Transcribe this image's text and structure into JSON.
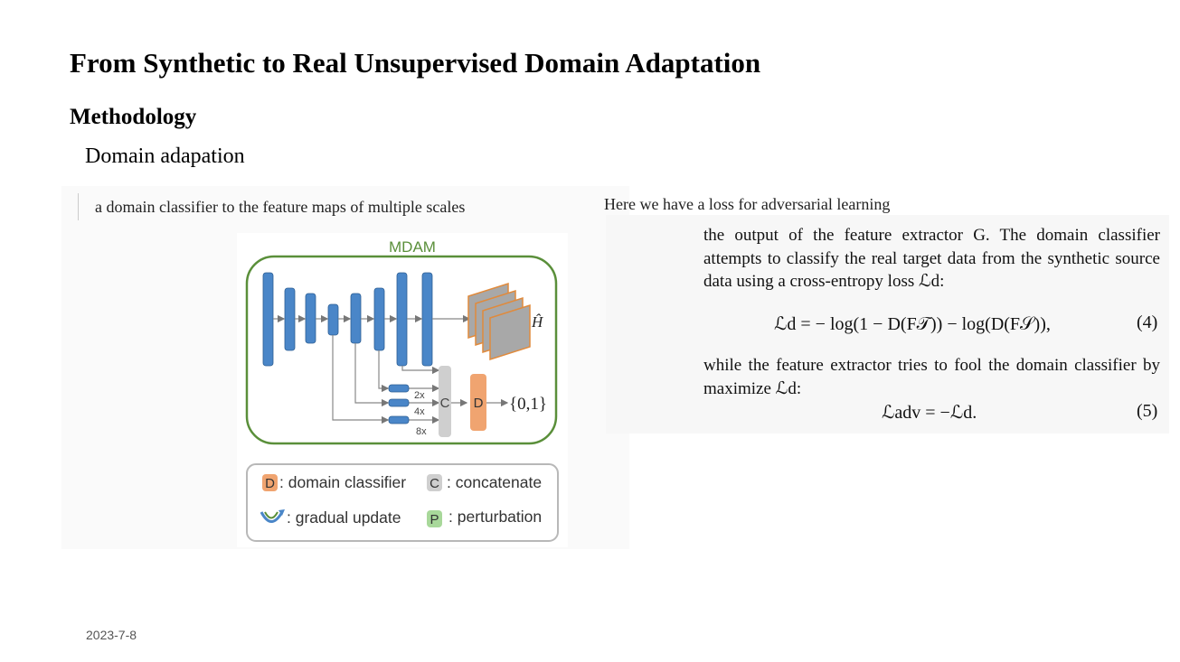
{
  "slide": {
    "title": "From Synthetic to Real Unsupervised Domain Adaptation",
    "section": "Methodology",
    "subsection": "Domain adapation",
    "date": "2023-7-8"
  },
  "left_figure": {
    "caption": "a domain classifier to the feature maps of multiple scales",
    "module_label": "MDAM",
    "heatmap_label": "Ĥ",
    "scale_labels": [
      "2x",
      "4x",
      "8x"
    ],
    "concat_label": "C",
    "discriminator_label": "D",
    "output_label": "{0,1}",
    "legend": {
      "d_key": "D",
      "d_text": ": domain classifier",
      "c_key": "C",
      "c_text": ": concatenate",
      "u_text": ": gradual update",
      "p_key": "P",
      "p_text": ": perturbation"
    },
    "colors": {
      "frame": "#5a8f3a",
      "encoder": "#4a86c8",
      "feature_map": "#a8a8a8",
      "feature_map_border": "#e08a3c",
      "discriminator": "#f0a470",
      "concat": "#cfcfcf",
      "perturb": "#a8d89a"
    }
  },
  "right_figure": {
    "caption": "Here we have a loss for adversarial learning",
    "para1": "the output of the feature extractor G. The domain classifier attempts to classify the real target data from the synthetic source data using a cross-entropy loss ℒd:",
    "eq4": "ℒd = − log(1 − D(F𝒯)) − log(D(F𝒮)),",
    "eq4_num": "(4)",
    "para2": "while the feature extractor tries to fool the domain classifier by maximize ℒd:",
    "eq5": "ℒadv = −ℒd.",
    "eq5_num": "(5)"
  }
}
